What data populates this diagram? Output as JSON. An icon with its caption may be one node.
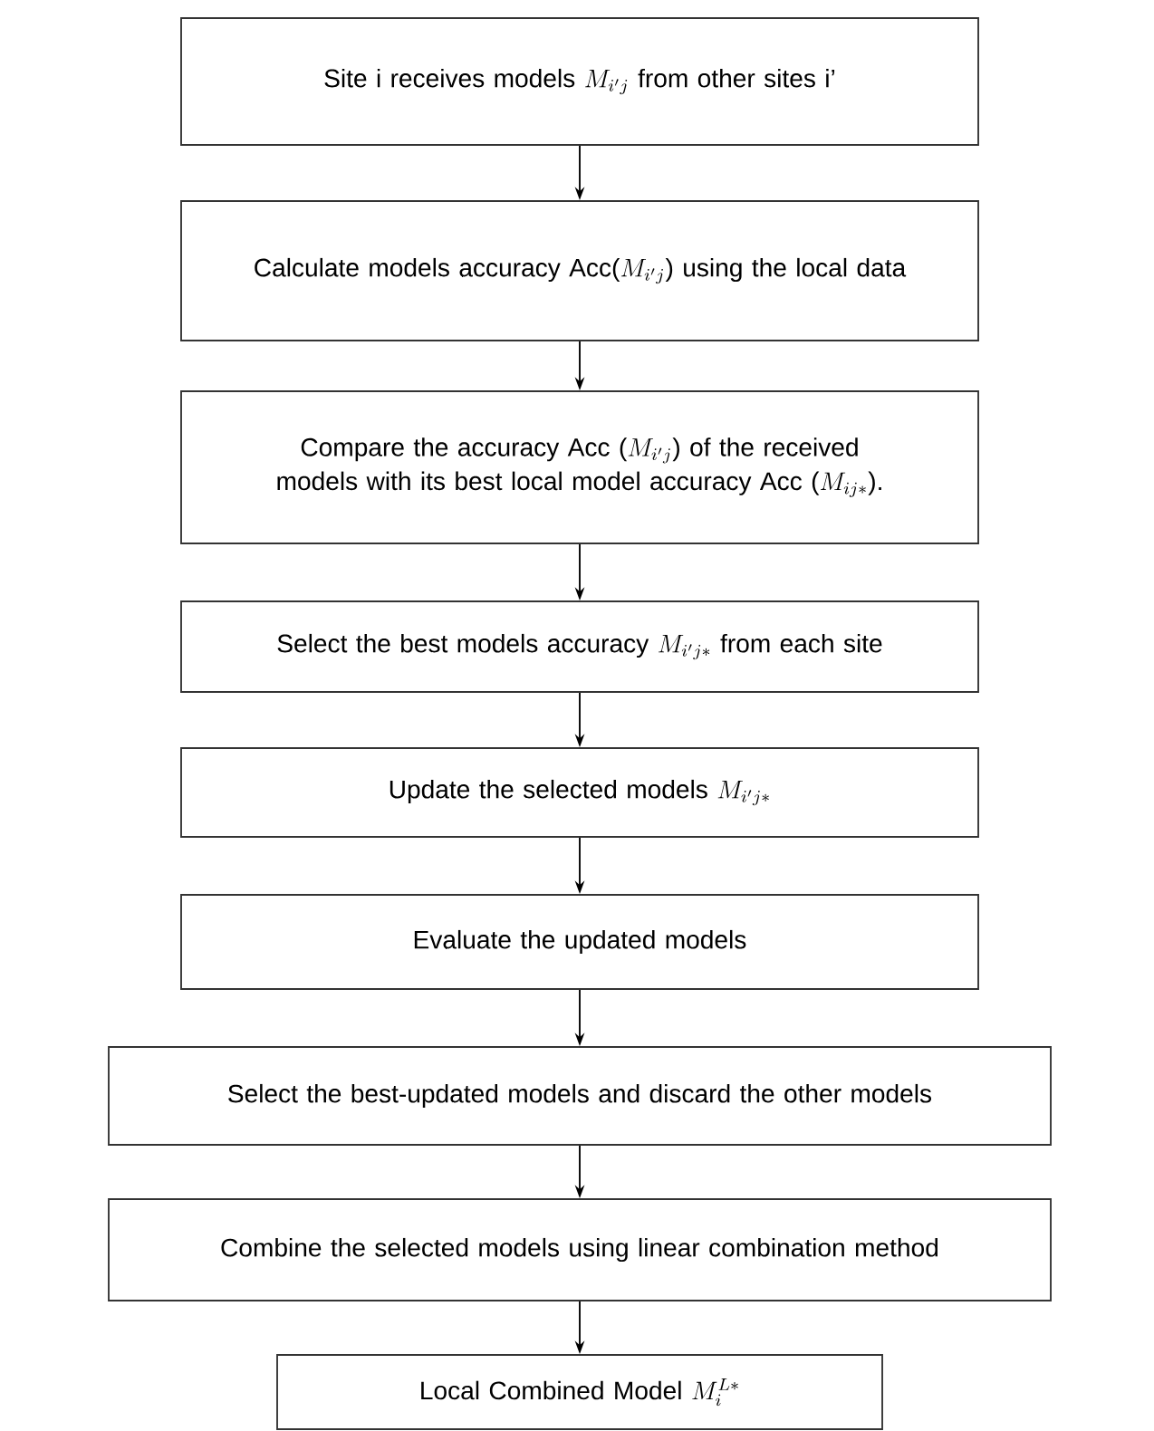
{
  "diagram": {
    "nodes": [
      {
        "text": [
          "Site i receives models",
          "M_{i' j}",
          "from other sites i’"
        ]
      },
      {
        "text": [
          "Calculate models accuracy Acc(",
          "M_{i' j}",
          ") using the local data"
        ]
      },
      {
        "text": [
          "Compare the accuracy Acc (",
          "M_{i' j}",
          ") of the received models with its best local model accuracy Acc (",
          "M_{ij*}",
          ")."
        ]
      },
      {
        "text": [
          "Select the best models accuracy",
          "M_{i'j*}",
          "from each site"
        ]
      },
      {
        "text": [
          "Update the selected models",
          "M_{i'j*}"
        ]
      },
      {
        "text": [
          "Evaluate the updated models"
        ]
      },
      {
        "text": [
          "Select the best-updated models and discard the other models"
        ]
      },
      {
        "text": [
          "Combine the selected models using linear combination method"
        ]
      },
      {
        "text": [
          "Local Combined Model",
          "M_{i}^{L*}"
        ]
      }
    ],
    "edges": [
      {
        "from": 0,
        "to": 1,
        "arrow": "to"
      },
      {
        "from": 1,
        "to": 2,
        "arrow": "to"
      },
      {
        "from": 2,
        "to": 3,
        "arrow": "to"
      },
      {
        "from": 3,
        "to": 4,
        "arrow": "to"
      },
      {
        "from": 4,
        "to": 5,
        "arrow": "to"
      },
      {
        "from": 5,
        "to": 6,
        "arrow": "to"
      },
      {
        "from": 6,
        "to": 7,
        "arrow": "to"
      },
      {
        "from": 7,
        "to": 8,
        "arrow": "to"
      }
    ]
  }
}
